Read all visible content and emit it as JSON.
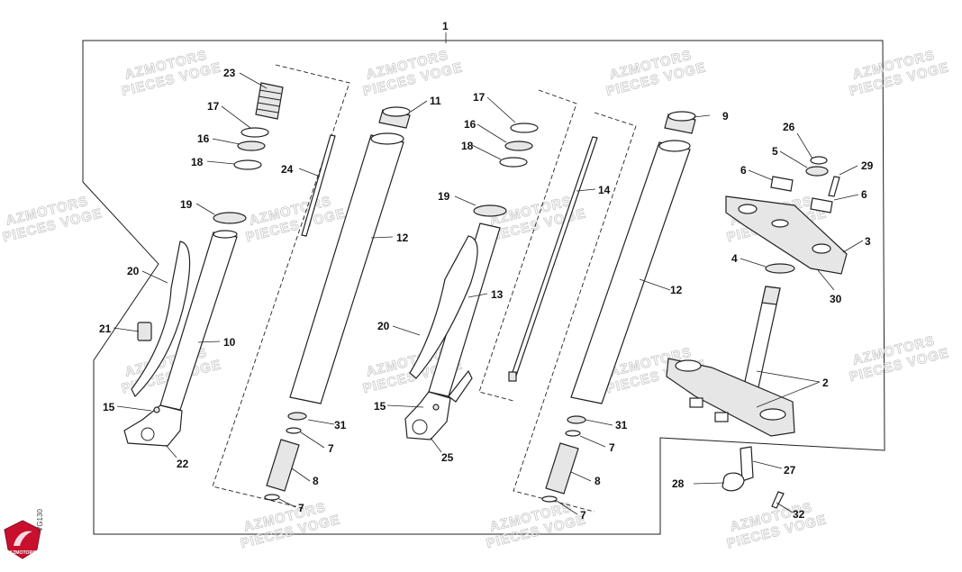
{
  "watermark": {
    "line1": "AZMOTORS",
    "line2": "PIECES VOGE"
  },
  "model_code": "VG130",
  "logo_text": "AZMOTORS",
  "callouts": [
    {
      "id": "c1",
      "label": "1"
    },
    {
      "id": "c2",
      "label": "2"
    },
    {
      "id": "c3",
      "label": "3"
    },
    {
      "id": "c4",
      "label": "4"
    },
    {
      "id": "c5",
      "label": "5"
    },
    {
      "id": "c6a",
      "label": "6"
    },
    {
      "id": "c6b",
      "label": "6"
    },
    {
      "id": "c7a",
      "label": "7"
    },
    {
      "id": "c7b",
      "label": "7"
    },
    {
      "id": "c7c",
      "label": "7"
    },
    {
      "id": "c7d",
      "label": "7"
    },
    {
      "id": "c8a",
      "label": "8"
    },
    {
      "id": "c8b",
      "label": "8"
    },
    {
      "id": "c9",
      "label": "9"
    },
    {
      "id": "c10",
      "label": "10"
    },
    {
      "id": "c11",
      "label": "11"
    },
    {
      "id": "c12a",
      "label": "12"
    },
    {
      "id": "c12b",
      "label": "12"
    },
    {
      "id": "c13",
      "label": "13"
    },
    {
      "id": "c14",
      "label": "14"
    },
    {
      "id": "c15a",
      "label": "15"
    },
    {
      "id": "c15b",
      "label": "15"
    },
    {
      "id": "c16a",
      "label": "16"
    },
    {
      "id": "c16b",
      "label": "16"
    },
    {
      "id": "c17a",
      "label": "17"
    },
    {
      "id": "c17b",
      "label": "17"
    },
    {
      "id": "c18a",
      "label": "18"
    },
    {
      "id": "c18b",
      "label": "18"
    },
    {
      "id": "c19a",
      "label": "19"
    },
    {
      "id": "c19b",
      "label": "19"
    },
    {
      "id": "c20a",
      "label": "20"
    },
    {
      "id": "c20b",
      "label": "20"
    },
    {
      "id": "c21",
      "label": "21"
    },
    {
      "id": "c22",
      "label": "22"
    },
    {
      "id": "c23",
      "label": "23"
    },
    {
      "id": "c24",
      "label": "24"
    },
    {
      "id": "c25",
      "label": "25"
    },
    {
      "id": "c26",
      "label": "26"
    },
    {
      "id": "c27",
      "label": "27"
    },
    {
      "id": "c28",
      "label": "28"
    },
    {
      "id": "c29",
      "label": "29"
    },
    {
      "id": "c30",
      "label": "30"
    },
    {
      "id": "c31a",
      "label": "31"
    },
    {
      "id": "c31b",
      "label": "31"
    },
    {
      "id": "c32",
      "label": "32"
    }
  ]
}
